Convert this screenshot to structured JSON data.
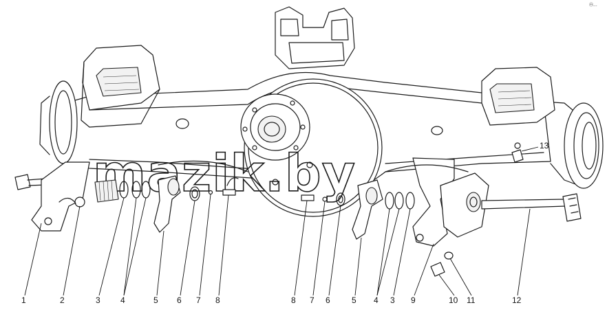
{
  "watermark": "mazik.by",
  "corner_mark": "ⓜ...",
  "callouts": [
    "1",
    "2",
    "3",
    "4",
    "5",
    "6",
    "7",
    "8",
    "8",
    "7",
    "6",
    "5",
    "4",
    "3",
    "9",
    "10",
    "11",
    "12",
    "13"
  ]
}
